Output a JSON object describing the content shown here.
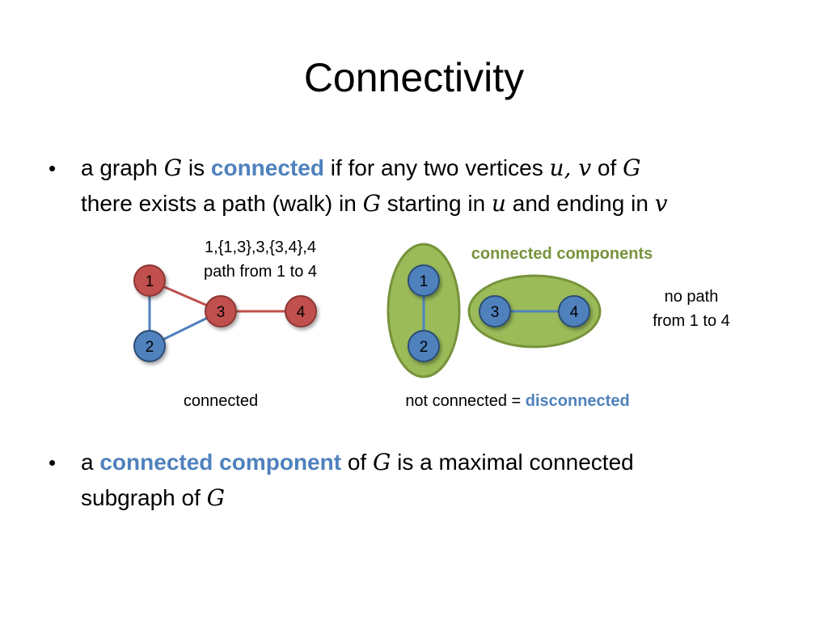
{
  "title": "Connectivity",
  "bullet1": {
    "marker": "•",
    "line1": {
      "t1": "a graph ",
      "G1": "G",
      "t2": " is ",
      "connected": "connected",
      "t3": " if for any two vertices ",
      "uv": "u, v",
      "t4": " of ",
      "G2": "G"
    },
    "line2": {
      "t1": "there exists a path (walk) in ",
      "G": "G",
      "t2": " starting in ",
      "u": "u",
      "t3": " and ending in ",
      "v": "v"
    }
  },
  "bullet2": {
    "marker": "•",
    "line1": {
      "t1": "a ",
      "term": "connected component",
      "t2": " of ",
      "G": "G",
      "t3": " is a maximal connected"
    },
    "line2": {
      "t1": "subgraph of ",
      "G": "G"
    }
  },
  "left_graph": {
    "path_label_line1": "1,{1,3},3,{3,4},4",
    "path_label_line2": "path from 1 to 4",
    "caption": "connected",
    "nodes": [
      {
        "label": "1",
        "color": "red"
      },
      {
        "label": "2",
        "color": "blue"
      },
      {
        "label": "3",
        "color": "red"
      },
      {
        "label": "4",
        "color": "red"
      }
    ]
  },
  "right_graph": {
    "components_label": "connected components",
    "no_path_line1": "no path",
    "no_path_line2": "from 1 to 4",
    "caption_prefix": "not connected = ",
    "caption_term": "disconnected",
    "nodes": [
      {
        "label": "1"
      },
      {
        "label": "2"
      },
      {
        "label": "3"
      },
      {
        "label": "4"
      }
    ]
  },
  "colors": {
    "red_node": "#c0504d",
    "red_node_stroke": "#8c3836",
    "blue_node": "#4f81bd",
    "blue_node_stroke": "#2c4d75",
    "red_edge": "#c0504d",
    "blue_edge": "#4f81bd",
    "component_fill": "#9bbb59",
    "component_stroke": "#77933c",
    "accent_blue": "#4f81bd",
    "accent_green": "#77933c"
  }
}
